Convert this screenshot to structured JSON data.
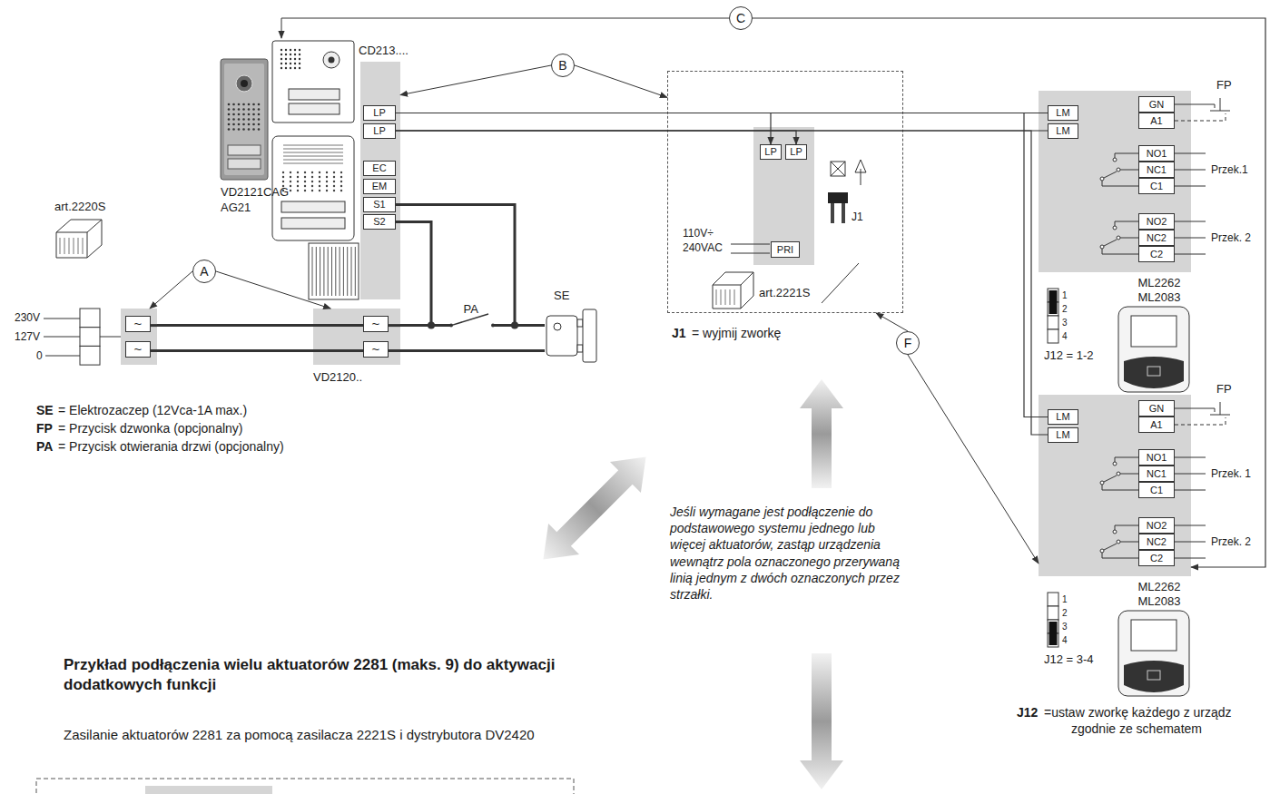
{
  "diagram": {
    "title": "Przykład podłączenia wielu aktuatorów 2281 (maks. 9) do aktywacji dodatkowych funkcji",
    "nodes": [
      {
        "text": [
          "A"
        ]
      },
      {
        "text": [
          "~",
          "~"
        ]
      },
      {
        "text": [
          "CD213...."
        ]
      },
      {
        "text": [
          "LP"
        ],
        "in": 2
      },
      {
        "text": [
          "LP"
        ],
        "in": 2
      },
      {
        "text": [
          "EC"
        ],
        "in": 2
      },
      {
        "text": [
          "EM"
        ],
        "in": 2
      },
      {
        "text": [
          "S1"
        ],
        "in": 2
      },
      {
        "text": [
          "S2"
        ],
        "in": 2
      },
      {
        "text": [
          "~",
          "~",
          "VD2120.."
        ]
      },
      {
        "text": [
          "SE"
        ]
      },
      {
        "text": [
          "B"
        ]
      },
      {
        "text": [
          "C"
        ]
      },
      {
        "text": [
          "art.2221S"
        ]
      },
      {
        "text": [
          "LP"
        ],
        "in": 13
      },
      {
        "text": [
          "LP"
        ],
        "in": 13
      },
      {
        "text": [
          "PRI"
        ],
        "in": 13
      },
      {
        "text": [
          "F"
        ]
      },
      {
        "text": [
          "ML2262 ML2083"
        ]
      },
      {
        "text": [
          "LM"
        ],
        "in": 18
      },
      {
        "text": [
          "LM"
        ],
        "in": 18
      },
      {
        "text": [
          "GN"
        ],
        "in": 18
      },
      {
        "text": [
          "A1"
        ],
        "in": 18
      },
      {
        "text": [
          "NO1"
        ],
        "in": 18
      },
      {
        "text": [
          "NC1"
        ],
        "in": 18
      },
      {
        "text": [
          "C1"
        ],
        "in": 18
      },
      {
        "text": [
          "NO2"
        ],
        "in": 18
      },
      {
        "text": [
          "NC2"
        ],
        "in": 18
      },
      {
        "text": [
          "C2"
        ],
        "in": 18
      },
      {
        "text": [
          "ML2262 ML2083"
        ]
      },
      {
        "text": [
          "LM"
        ],
        "in": 29
      },
      {
        "text": [
          "LM"
        ],
        "in": 29
      },
      {
        "text": [
          "GN"
        ],
        "in": 29
      },
      {
        "text": [
          "A1"
        ],
        "in": 29
      },
      {
        "text": [
          "NO1"
        ],
        "in": 29
      },
      {
        "text": [
          "NC1"
        ],
        "in": 29
      },
      {
        "text": [
          "C1"
        ],
        "in": 29
      },
      {
        "text": [
          "NO2"
        ],
        "in": 29
      },
      {
        "text": [
          "NC2"
        ],
        "in": 29
      },
      {
        "text": [
          "C2"
        ],
        "in": 29
      }
    ],
    "edges": [
      {
        "from": 0,
        "to": 1,
        "arrow": "to"
      },
      {
        "from": 0,
        "to": 9,
        "arrow": "to"
      },
      {
        "from": 1,
        "to": 9,
        "arrow": "none"
      },
      {
        "from": 1,
        "to": 9,
        "arrow": "none"
      },
      {
        "from": 9,
        "to": 10,
        "arrow": "none",
        "label": "PA"
      },
      {
        "from": 9,
        "to": 10,
        "arrow": "none"
      },
      {
        "from": 7,
        "to": 10,
        "arrow": "none"
      },
      {
        "from": 8,
        "to": 9,
        "arrow": "none"
      },
      {
        "from": 11,
        "to": 2,
        "arrow": "to"
      },
      {
        "from": 11,
        "to": 13,
        "arrow": "to"
      },
      {
        "from": 12,
        "to": 29,
        "arrow": "to"
      },
      {
        "from": 3,
        "to": 19,
        "arrow": "none"
      },
      {
        "from": 4,
        "to": 20,
        "arrow": "none"
      },
      {
        "from": 3,
        "to": 14,
        "arrow": "to"
      },
      {
        "from": 4,
        "to": 15,
        "arrow": "to"
      },
      {
        "from": 3,
        "to": 30,
        "arrow": "none"
      },
      {
        "from": 4,
        "to": 31,
        "arrow": "none"
      },
      {
        "from": 17,
        "to": 13,
        "arrow": "to"
      },
      {
        "from": 17,
        "to": 29,
        "arrow": "to"
      }
    ],
    "labels": [
      "art.2220S",
      "230V",
      "127V",
      "0",
      "VD2121CAG AG21",
      "SE",
      "= Elektrozaczep (12Vca-1A max.)",
      "FP",
      "= Przycisk dzwonka (opcjonalny)",
      "PA",
      "= Przycisk otwierania drzwi (opcjonalny)",
      "110V÷ 240VAC",
      "J1",
      "J1",
      "= wyjmij zworkę",
      "Jeśli wymagane jest podłączenie do podstawowego systemu jednego lub więcej aktuatorów, zastąp urządzenia wewnątrz pola oznaczonego przerywaną linią jednym z dwóch oznaczonych przez strzałki.",
      "FP",
      "Przek.1",
      "Przek. 2",
      "1",
      "2",
      "3",
      "4",
      "J12 = 1-2",
      "FP",
      "Przek. 1",
      "Przek. 2",
      "1",
      "2",
      "3",
      "4",
      "J12 = 3-4",
      "J12",
      "=ustaw zworkę każdego z urządz",
      "zgodnie ze schematem",
      "Zasilanie aktuatorów 2281 za pomocą zasilacza 2221S i dystrybutora DV2420"
    ]
  }
}
